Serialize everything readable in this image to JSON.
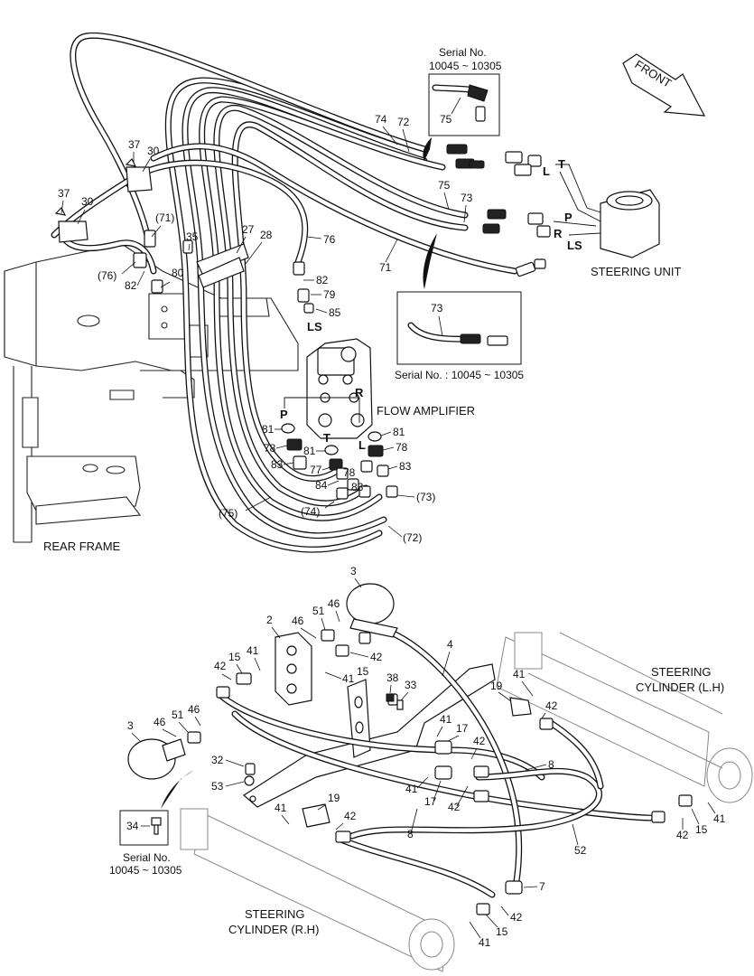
{
  "upper": {
    "serial_box_top": {
      "line1": "Serial No.",
      "line2": "10045 ~ 10305",
      "part": "75"
    },
    "serial_box_mid": {
      "caption": "Serial No. : 10045 ~ 10305",
      "part": "73"
    },
    "front_arrow": "FRONT",
    "steering_unit": "STEERING UNIT",
    "flow_amplifier": "FLOW AMPLIFIER",
    "rear_frame": "REAR FRAME",
    "port_labels": {
      "T_su": "T",
      "L_su": "L",
      "P_su": "P",
      "R_su": "R",
      "LS_su": "LS",
      "LS_fa": "LS",
      "R_fa": "R",
      "P_fa": "P",
      "T_fa": "T",
      "L_fa": "L"
    },
    "callouts": {
      "c74": "74",
      "c72": "72",
      "c75": "75",
      "c73": "73",
      "c71": "71",
      "c76": "76",
      "c82a": "82",
      "c79": "79",
      "c85": "85",
      "c27": "27",
      "c28": "28",
      "c35": "35",
      "c80": "80",
      "c82b": "82",
      "c76p": "(76)",
      "c71p": "(71)",
      "c37a": "37",
      "c30a": "30",
      "c37b": "37",
      "c30b": "30",
      "c81a": "81",
      "c78a": "78",
      "c83a": "83",
      "c81b": "81",
      "c77": "77",
      "c78b": "78",
      "c84": "84",
      "c83b": "83",
      "c81c": "81",
      "c78c": "78",
      "c83c": "83",
      "c75p": "(75)",
      "c74p": "(74)",
      "c73p": "(73)",
      "c72p": "(72)"
    }
  },
  "lower": {
    "steering_cyl_lh": {
      "line1": "STEERING",
      "line2": "CYLINDER (L.H)"
    },
    "steering_cyl_rh": {
      "line1": "STEERING",
      "line2": "CYLINDER (R.H)"
    },
    "serial_box": {
      "part": "34",
      "line1": "Serial No.",
      "line2": "10045 ~ 10305"
    },
    "callouts": {
      "c3a": "3",
      "c51a": "51",
      "c46a": "46",
      "c46b": "46",
      "c2": "2",
      "c41a": "41",
      "c42a": "42",
      "c15a": "15",
      "c42b": "42",
      "c41b": "41",
      "c15b": "15",
      "c4": "4",
      "c38": "38",
      "c33": "33",
      "c3b": "3",
      "c51b": "51",
      "c46c": "46",
      "c46d": "46",
      "c41c": "41",
      "c17a": "17",
      "c42c": "42",
      "c41d": "41",
      "c17b": "17",
      "c42d": "42",
      "c8a": "8",
      "c8b": "8",
      "c32": "32",
      "c53": "53",
      "c19a": "19",
      "c41e": "41",
      "c42e": "42",
      "c19b": "19",
      "c41f": "41",
      "c42f": "42",
      "c42g": "42",
      "c15c": "15",
      "c41g": "41",
      "c52": "52",
      "c7": "7",
      "c42h": "42",
      "c15d": "15",
      "c41h": "41"
    }
  }
}
